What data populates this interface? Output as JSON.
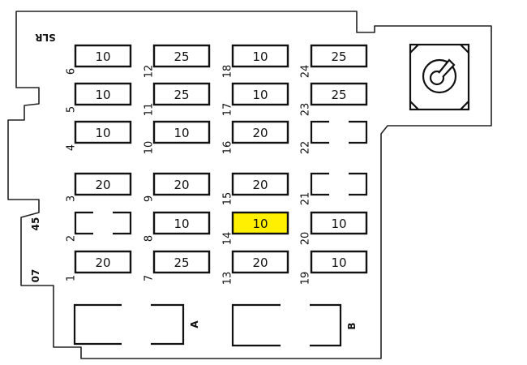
{
  "labels": {
    "top_code": "SLR",
    "side_upper": "45",
    "side_lower": "07",
    "relay_a": "A",
    "relay_b": "B"
  },
  "highlight_color": "#ffef00",
  "fuses": [
    {
      "position": "6",
      "amps": "10"
    },
    {
      "position": "5",
      "amps": "10"
    },
    {
      "position": "4",
      "amps": "10"
    },
    {
      "position": "3",
      "amps": "20"
    },
    {
      "position": "2",
      "amps": ""
    },
    {
      "position": "1",
      "amps": "20"
    },
    {
      "position": "12",
      "amps": "25"
    },
    {
      "position": "11",
      "amps": "25"
    },
    {
      "position": "10",
      "amps": "10"
    },
    {
      "position": "9",
      "amps": "20"
    },
    {
      "position": "8",
      "amps": "10"
    },
    {
      "position": "7",
      "amps": "25"
    },
    {
      "position": "18",
      "amps": "10"
    },
    {
      "position": "17",
      "amps": "10"
    },
    {
      "position": "16",
      "amps": "20"
    },
    {
      "position": "15",
      "amps": "20"
    },
    {
      "position": "14",
      "amps": "10",
      "highlighted": true
    },
    {
      "position": "13",
      "amps": "20"
    },
    {
      "position": "24",
      "amps": "25"
    },
    {
      "position": "23",
      "amps": "25"
    },
    {
      "position": "22",
      "amps": ""
    },
    {
      "position": "21",
      "amps": ""
    },
    {
      "position": "20",
      "amps": "10"
    },
    {
      "position": "19",
      "amps": "10"
    }
  ]
}
